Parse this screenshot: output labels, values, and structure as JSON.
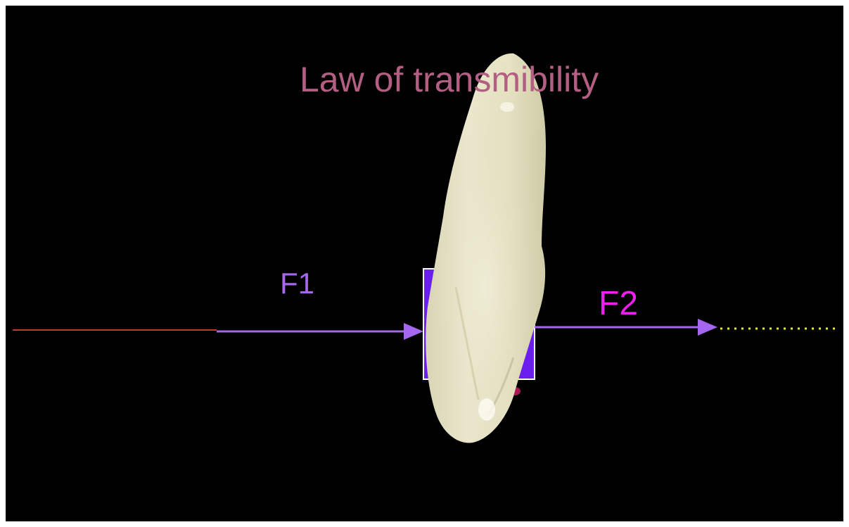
{
  "title": "Law of transmibility",
  "labels": {
    "force_1": "F1",
    "force_2": "F2"
  },
  "colors": {
    "background": "#000000",
    "title": "#b35f84",
    "force_1_label": "#a568ea",
    "force_2_label": "#f01ef0",
    "arrow": "#a566f0",
    "line_of_action": "#c0392b",
    "extension_dots": "#e8e838",
    "body_block_fill": "#6a1ef0",
    "body_block_stroke": "#ffffff",
    "tooth": "#e6e3c6"
  },
  "icons": {
    "tooth": "tooth-image",
    "block": "rigid-body-block"
  }
}
